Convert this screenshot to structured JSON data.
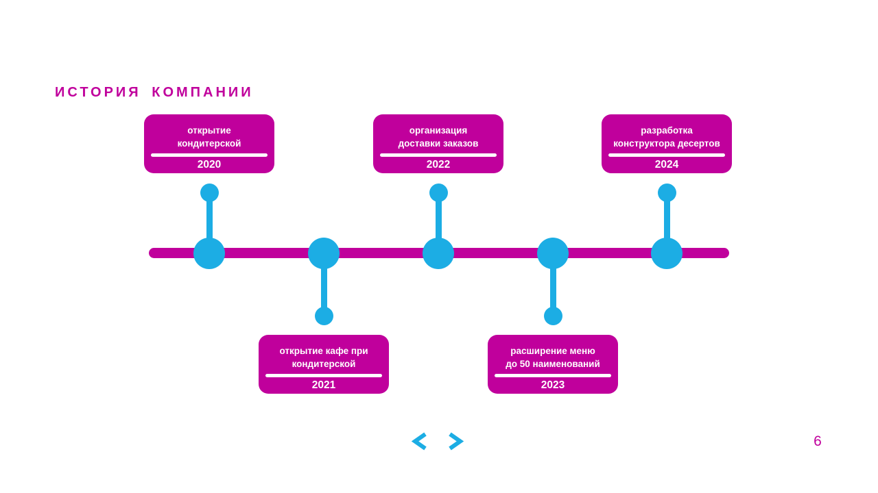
{
  "slide": {
    "title": "ИСТОРИЯ КОМПАНИИ",
    "page_number": "6"
  },
  "colors": {
    "magenta_accent": "#c0009c",
    "cyan_accent": "#1cade4",
    "background": "#ffffff",
    "card_text": "#ffffff"
  },
  "navigation": {
    "prev_icon": "chevron-left",
    "next_icon": "chevron-right"
  },
  "timeline": {
    "events": [
      {
        "year": "2020",
        "line1": "открытие",
        "line2": "кондитерской",
        "position": "top"
      },
      {
        "year": "2021",
        "line1": "открытие кафе при",
        "line2": "кондитерской",
        "position": "bottom"
      },
      {
        "year": "2022",
        "line1": "организация",
        "line2": "доставки заказов",
        "position": "top"
      },
      {
        "year": "2023",
        "line1": "расширение меню",
        "line2": "до 50 наименований",
        "position": "bottom"
      },
      {
        "year": "2024",
        "line1": "разработка",
        "line2": "конструктора десертов",
        "position": "top"
      }
    ]
  }
}
